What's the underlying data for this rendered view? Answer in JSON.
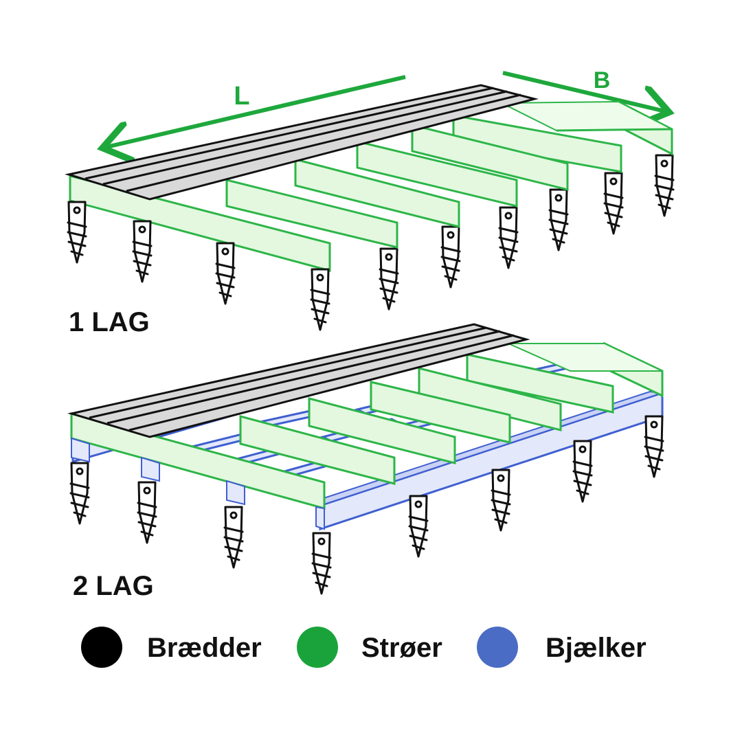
{
  "labels": {
    "length": "L",
    "width": "B",
    "layer1": "1 LAG",
    "layer2": "2 LAG"
  },
  "legend": [
    {
      "label": "Brædder",
      "color": "#000000"
    },
    {
      "label": "Strøer",
      "color": "#1aa33a"
    },
    {
      "label": "Bjælker",
      "color": "#4a6cc4"
    }
  ],
  "colors": {
    "board_fill": "#d9d9d9",
    "joist_fill": "#e3f8df",
    "joist_stroke": "#2db548",
    "beam_fill": "#e3e8fa",
    "beam_stroke": "#3f5fd0",
    "screw": "#111111",
    "arrow": "#1ea83c"
  }
}
